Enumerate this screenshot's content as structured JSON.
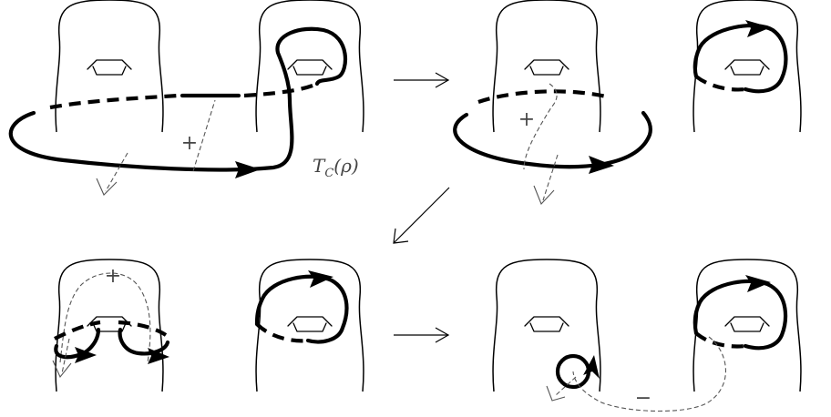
{
  "map_label": {
    "base": "T",
    "subscript": "C",
    "argument": "(ρ)"
  },
  "signs": {
    "plus": "+",
    "minus": "−"
  },
  "colors": {
    "ink": "#000000",
    "arc": "#555555",
    "label": "#444444",
    "background": "#ffffff"
  }
}
